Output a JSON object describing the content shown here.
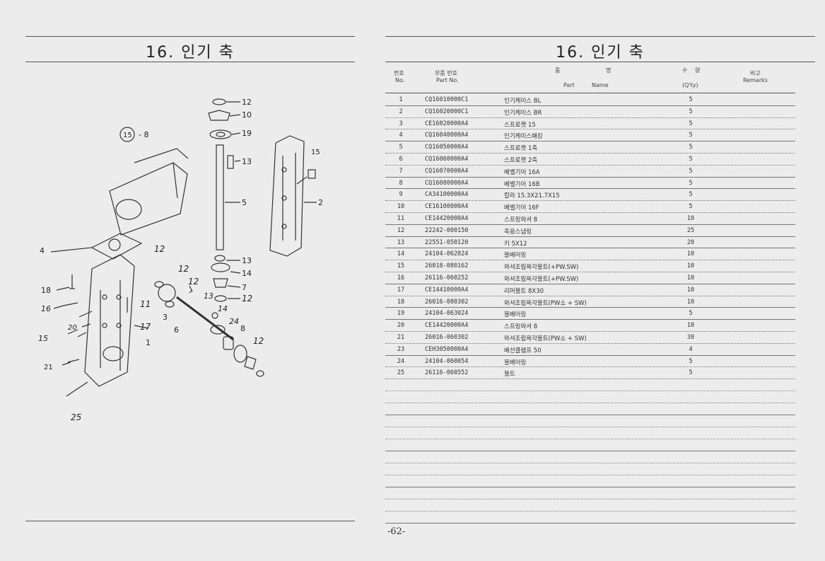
{
  "left": {
    "title": "16. 인기 축"
  },
  "right": {
    "title": "16. 인기 축"
  },
  "table": {
    "headers": {
      "no_kr": "번호",
      "no_en": "No.",
      "part_kr": "부품 번호",
      "part_en": "Part No.",
      "name_kr_1": "품",
      "name_kr_2": "명",
      "name_en_1": "Part",
      "name_en_2": "Name",
      "qty_kr_1": "수",
      "qty_kr_2": "량",
      "qty_en": "(Q'ty)",
      "remarks_kr": "비고",
      "remarks_en": "Remarks"
    },
    "rows": [
      {
        "no": "1",
        "part": "CQ16010000C1",
        "name": "인기케이스 BL",
        "qty": "5"
      },
      {
        "no": "2",
        "part": "CQ16020000C1",
        "name": "인기케이스 BR",
        "qty": "5"
      },
      {
        "no": "3",
        "part": "CE16020000A4",
        "name": "스프로켓 15",
        "qty": "5"
      },
      {
        "no": "4",
        "part": "CQ16040000A4",
        "name": "인기케이스패킹",
        "qty": "5"
      },
      {
        "no": "5",
        "part": "CQ16050000A4",
        "name": "스프로켓 1축",
        "qty": "5"
      },
      {
        "no": "6",
        "part": "CQ16060000A4",
        "name": "스프로켓 2축",
        "qty": "5"
      },
      {
        "no": "7",
        "part": "CQ16070000A4",
        "name": "베벨기어 16A",
        "qty": "5"
      },
      {
        "no": "8",
        "part": "CQ16080000A4",
        "name": "베벨기어 16B",
        "qty": "5"
      },
      {
        "no": "9",
        "part": "CA34100000A4",
        "name": "칼라 15.3X21.7X15",
        "qty": "5"
      },
      {
        "no": "10",
        "part": "CE16100000A4",
        "name": "베벨기어 16F",
        "qty": "5"
      },
      {
        "no": "11",
        "part": "CE14420000A4",
        "name": "스프링와셔 8",
        "qty": "10"
      },
      {
        "no": "12",
        "part": "22242-000150",
        "name": "축용스냅링",
        "qty": "25"
      },
      {
        "no": "13",
        "part": "22551-050120",
        "name": "키 5X12",
        "qty": "20"
      },
      {
        "no": "14",
        "part": "24104-062024",
        "name": "볼베어링",
        "qty": "10"
      },
      {
        "no": "15",
        "part": "26018-080162",
        "name": "와셔조립육각볼트(+PW.SW)",
        "qty": "10"
      },
      {
        "no": "16",
        "part": "26116-060252",
        "name": "와셔조립육각볼트(+PW.SW)",
        "qty": "10"
      },
      {
        "no": "17",
        "part": "CE14410000A4",
        "name": "리머볼트 8X30",
        "qty": "10"
      },
      {
        "no": "18",
        "part": "26016-080302",
        "name": "와셔조립육각볼트(PW소 + SW)",
        "qty": "10"
      },
      {
        "no": "19",
        "part": "24104-063024",
        "name": "볼베어링",
        "qty": "5"
      },
      {
        "no": "20",
        "part": "CE14420000A4",
        "name": "스프링와셔 8",
        "qty": "10"
      },
      {
        "no": "21",
        "part": "26016-060302",
        "name": "와셔조립육각볼트(PW소 + SW)",
        "qty": "30"
      },
      {
        "no": "23",
        "part": "CEH3050000A4",
        "name": "배선클램프 50",
        "qty": "4"
      },
      {
        "no": "24",
        "part": "24104-060054",
        "name": "볼베어링",
        "qty": "5"
      },
      {
        "no": "25",
        "part": "26116-060552",
        "name": "볼트",
        "qty": "5"
      }
    ]
  },
  "diagram": {
    "labels": {
      "l12a": "12",
      "l10": "10",
      "l19": "19",
      "l13a": "13",
      "l5": "5",
      "l15c": "15",
      "l8": "- 8",
      "l15s": "15",
      "l2": "2",
      "l4": "4",
      "l13b": "13",
      "l14": "14",
      "l7": "7",
      "l12b": "12",
      "l12c": "12",
      "l12d": "12",
      "l12e": "12",
      "l12f": "12",
      "l18": "18",
      "l11": "11",
      "l16": "16",
      "l17": "17",
      "l3": "3",
      "l6": "6",
      "l13c": "13",
      "l14b": "14",
      "l24": "24",
      "l8b": "8",
      "l15": "15",
      "l1": "1",
      "l21": "21",
      "l25": "25",
      "l20": "20"
    }
  },
  "footer": {
    "page_number": "-62-"
  }
}
